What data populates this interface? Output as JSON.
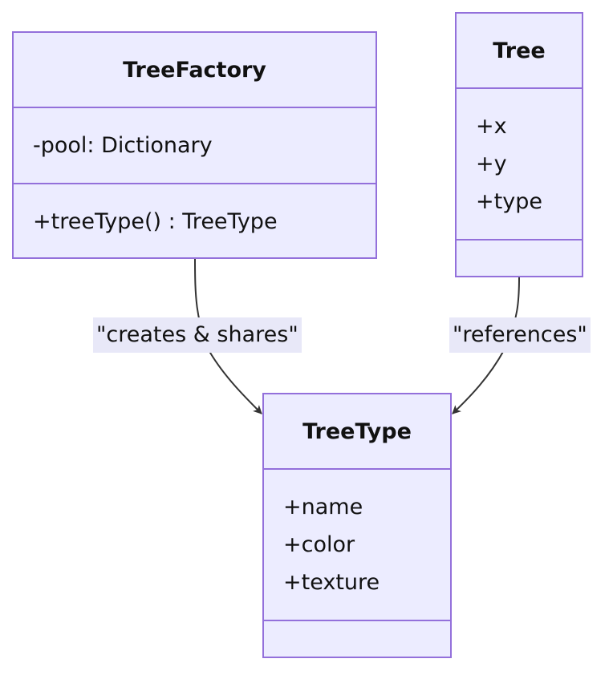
{
  "diagram": {
    "colors": {
      "box_fill": "#ECECFF",
      "box_border": "#9370DB",
      "edge": "#333333",
      "label_bg": "#E8E8F8"
    },
    "classes": {
      "tree_factory": {
        "name": "TreeFactory",
        "attributes": [
          "-pool: Dictionary"
        ],
        "methods": [
          "+treeType() : TreeType"
        ]
      },
      "tree": {
        "name": "Tree",
        "attributes": [
          "+x",
          "+y",
          "+type"
        ],
        "methods": []
      },
      "tree_type": {
        "name": "TreeType",
        "attributes": [
          "+name",
          "+color",
          "+texture"
        ],
        "methods": []
      }
    },
    "relations": [
      {
        "from": "TreeFactory",
        "to": "TreeType",
        "label": "\"creates & shares\""
      },
      {
        "from": "Tree",
        "to": "TreeType",
        "label": "\"references\""
      }
    ]
  }
}
